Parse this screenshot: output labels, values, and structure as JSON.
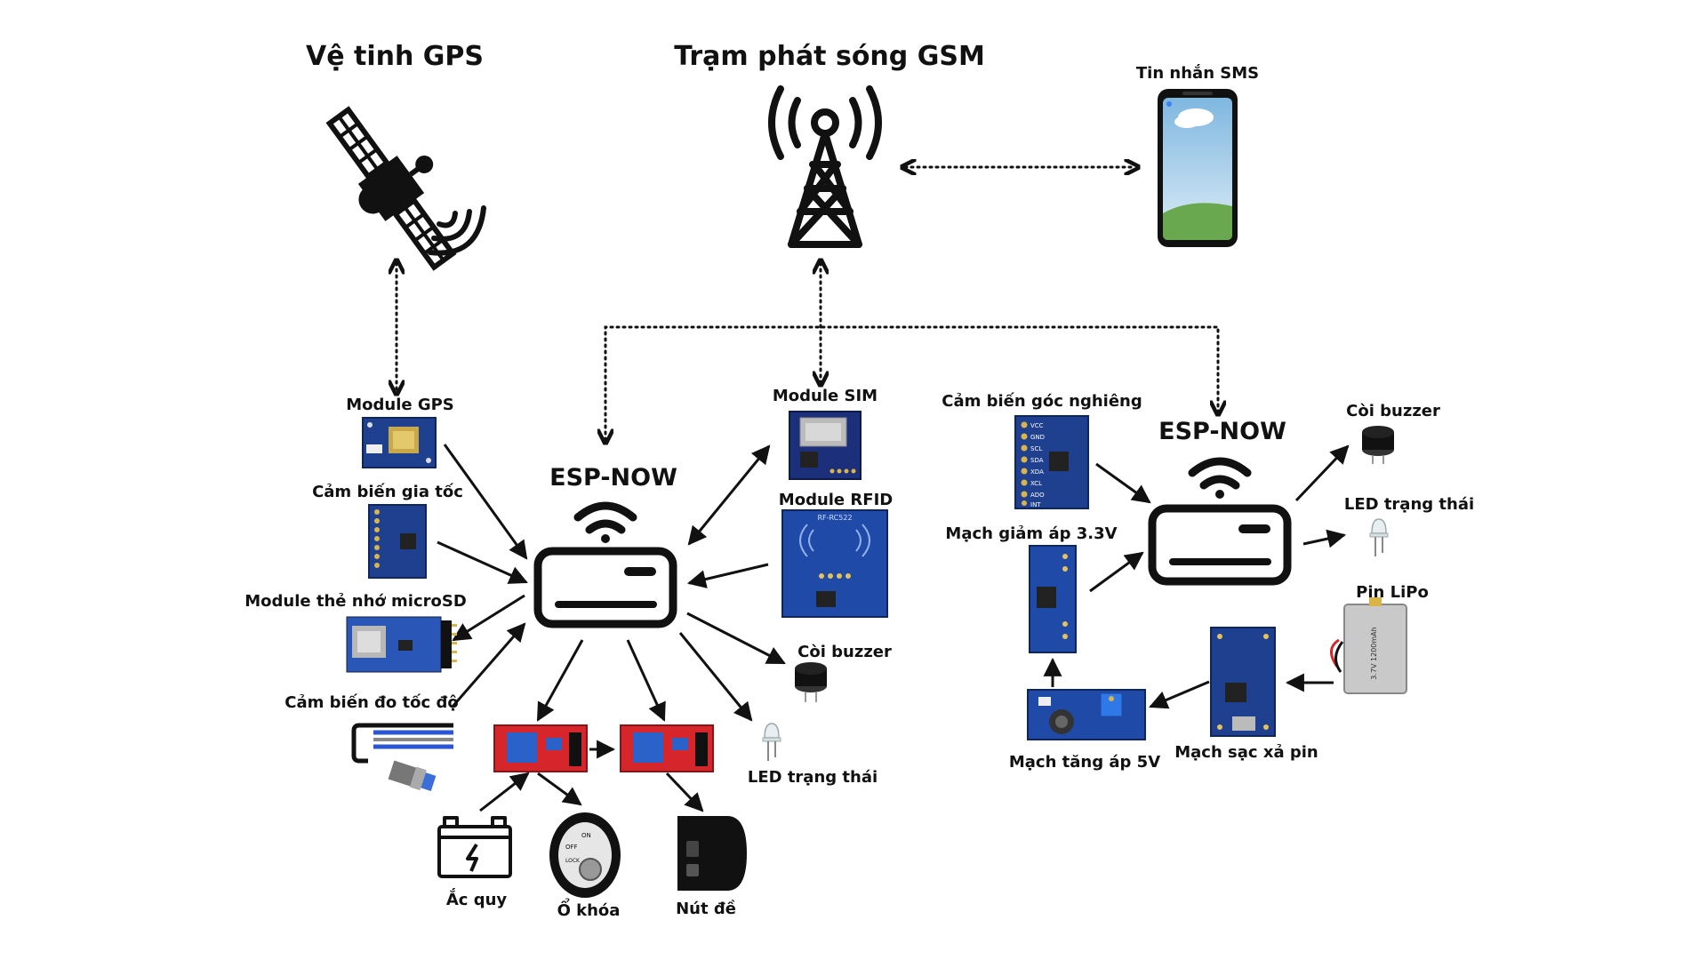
{
  "titles": {
    "gps_satellite": "Vệ tinh GPS",
    "gsm_tower": "Trạm phát sóng GSM",
    "sms": "Tin nhắn SMS",
    "esp_now_main": "ESP-NOW",
    "esp_now_secondary": "ESP-NOW"
  },
  "main_components": {
    "gps_module": "Module GPS",
    "accelerometer": "Cảm biến gia tốc",
    "microsd_module": "Module thẻ nhớ microSD",
    "speed_sensor": "Cảm biến đo tốc độ",
    "sim_module": "Module SIM",
    "rfid_module": "Module RFID",
    "buzzer": "Còi buzzer",
    "status_led": "LED trạng thái",
    "battery": "Ắc quy",
    "ignition_lock": "Ổ khóa",
    "start_button": "Nút đề"
  },
  "secondary_components": {
    "tilt_sensor": "Cảm biến góc nghiêng",
    "buck_converter": "Mạch giảm áp 3.3V",
    "boost_converter": "Mạch tăng áp 5V",
    "charger": "Mạch sạc xả pin",
    "lipo": "Pin LiPo",
    "buzzer": "Còi buzzer",
    "status_led": "LED trạng thái"
  },
  "chip_text": {
    "sensor_pins": [
      "VCC",
      "GND",
      "SCL",
      "SDA",
      "XDA",
      "XCL",
      "ADO",
      "INT"
    ],
    "rfid_chip": "RF-RC522",
    "lipo_text": "3.7V 1200mAh",
    "lock_on": "ON",
    "lock_off": "OFF",
    "lock_lock": "LOCK"
  },
  "colors": {
    "ink": "#111111",
    "pcb_blue": "#1f3f8f",
    "relay_red": "#d7262b",
    "relay_blue": "#2a62c9",
    "sky_top": "#8fc3e6",
    "grass": "#6aa84f"
  }
}
